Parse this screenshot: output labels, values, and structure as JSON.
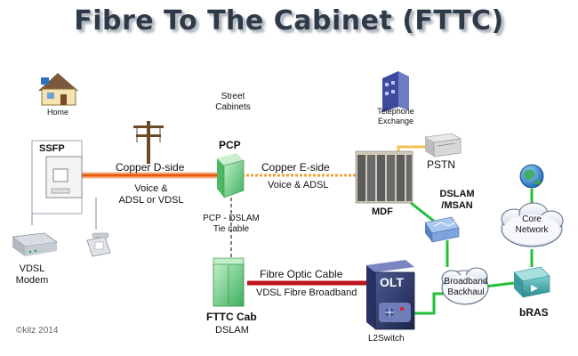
{
  "title": "Fibre To The Cabinet (FTTC)",
  "labels": {
    "home": "Home",
    "street_cabinets_l1": "Street",
    "street_cabinets_l2": "Cabinets",
    "telephone_exchange_l1": "Telephone",
    "telephone_exchange_l2": "Exchange",
    "ssfp": "SSFP",
    "copper_dside": "Copper D-side",
    "voice_adsl_vdsl_l1": "Voice &",
    "voice_adsl_vdsl_l2": "ADSL or VDSL",
    "pcp": "PCP",
    "copper_eside": "Copper E-side",
    "voice_adsl": "Voice & ADSL",
    "pstn": "PSTN",
    "mdf": "MDF",
    "dslam_msan_l1": "DSLAM",
    "dslam_msan_l2": "/MSAN",
    "core_network_l1": "Core",
    "core_network_l2": "Network",
    "pcp_dslam_tie_l1": "PCP - DSLAM",
    "pcp_dslam_tie_l2": "Tie cable",
    "fibre_optic_cable": "Fibre Optic Cable",
    "vdsl_fibre_broadband": "VDSL Fibre Broadband",
    "olt": "OLT",
    "broadband_backhaul_l1": "Broadband",
    "broadband_backhaul_l2": "Backhaul",
    "bras": "bRAS",
    "vdsl_modem_l1": "VDSL",
    "vdsl_modem_l2": "Modem",
    "fttc_cab": "FTTC Cab",
    "dslam": "DSLAM",
    "l2switch": "L2Switch",
    "copyright": "©kitz 2014"
  },
  "colors": {
    "copper": "#e8590c",
    "copper_eside": "#f0a030",
    "fibre": "#c0121a",
    "backhaul": "#22c03a",
    "title": "#2f3a48"
  }
}
